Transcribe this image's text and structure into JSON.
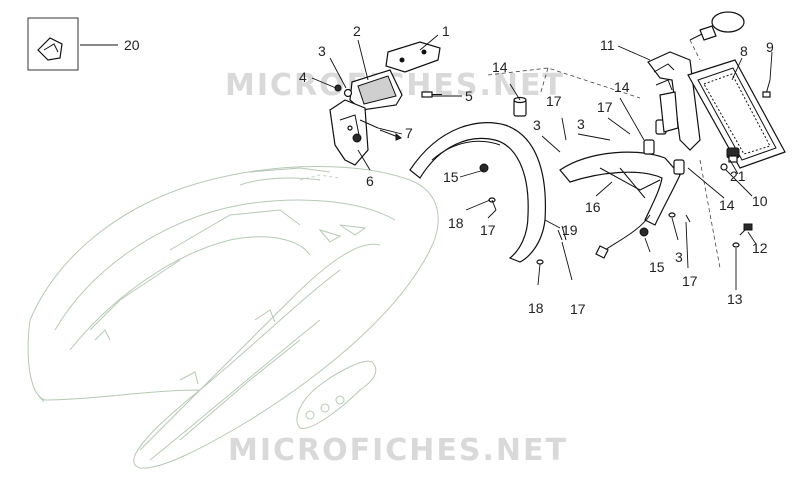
{
  "watermarks": [
    "MICROFICHES.NET",
    "MICROFICHES.NET"
  ],
  "callouts": [
    "1",
    "2",
    "3",
    "4",
    "5",
    "6",
    "7",
    "14",
    "17",
    "3",
    "15",
    "18",
    "17",
    "19",
    "18",
    "17",
    "14",
    "17",
    "3",
    "16",
    "15",
    "3",
    "17",
    "11",
    "8",
    "9",
    "21",
    "14",
    "10",
    "12",
    "13",
    "20"
  ]
}
